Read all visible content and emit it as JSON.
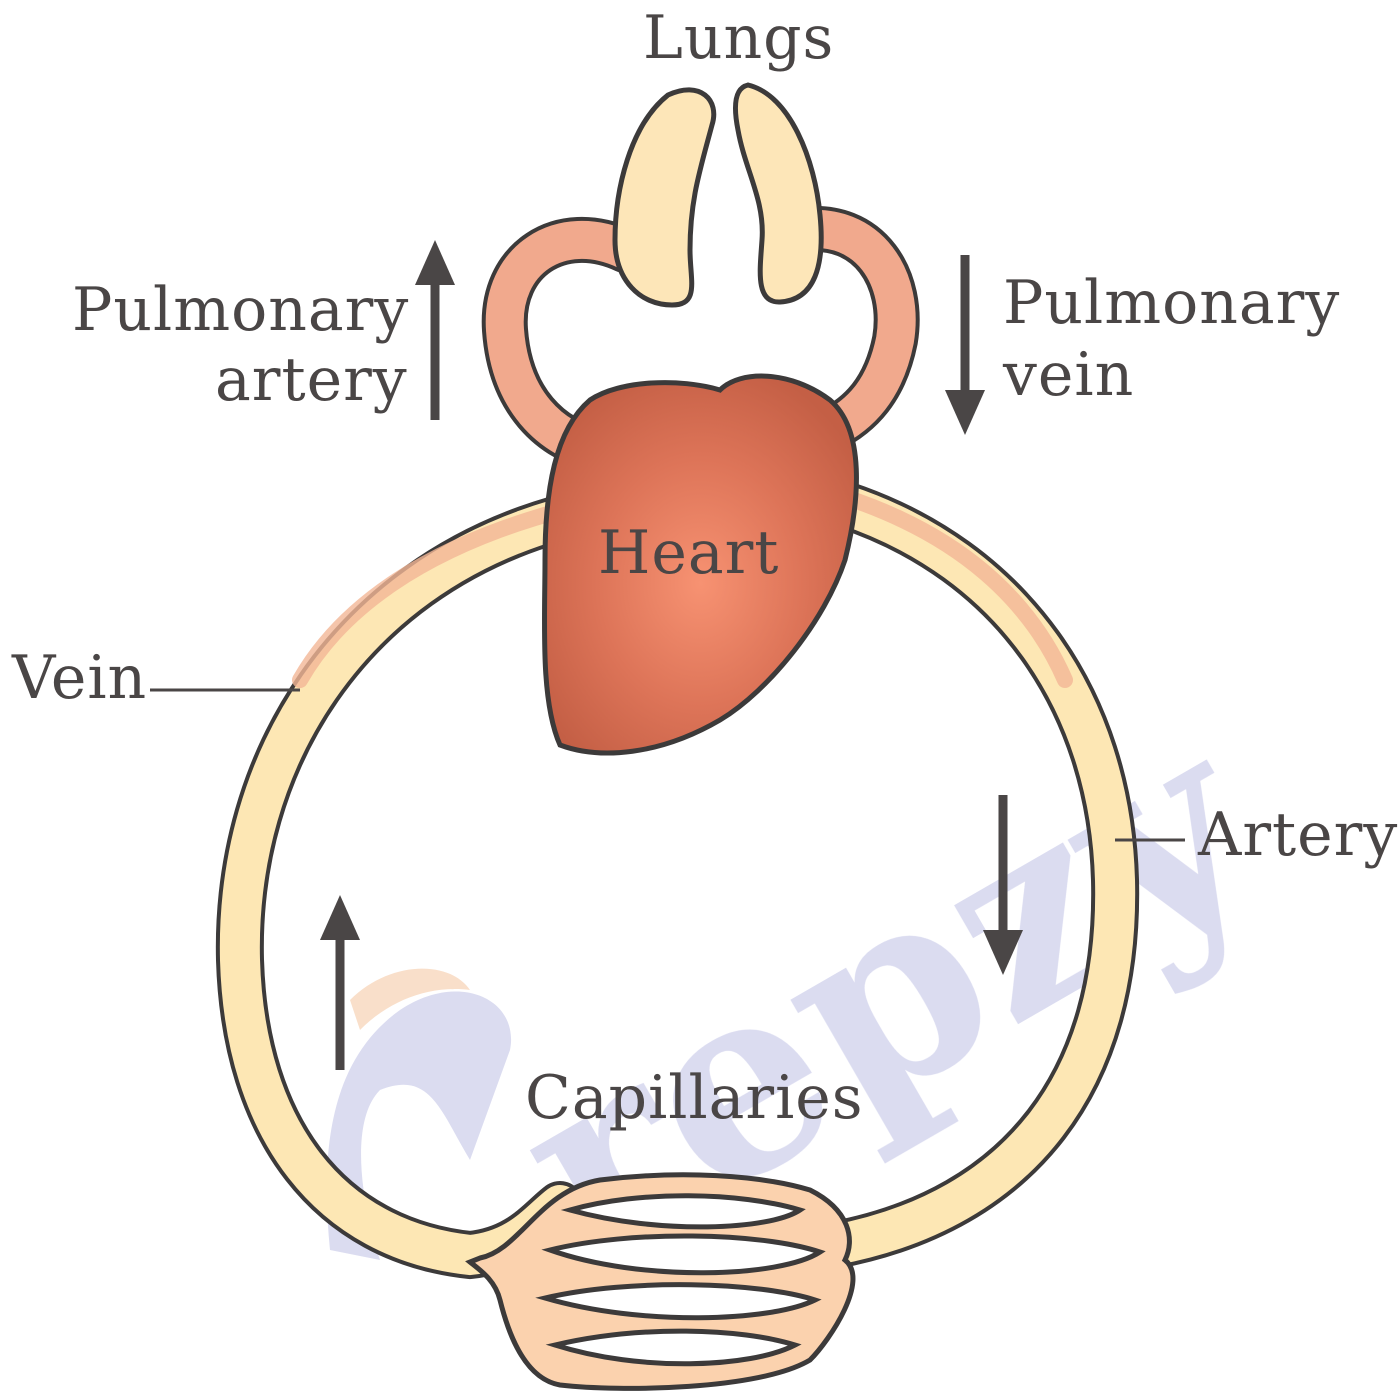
{
  "labels": {
    "lungs": "Lungs",
    "pulmonary_artery_line1": "Pulmonary",
    "pulmonary_artery_line2": "artery",
    "pulmonary_vein_line1": "Pulmonary",
    "pulmonary_vein_line2": "vein",
    "heart": "Heart",
    "vein": "Vein",
    "artery": "Artery",
    "capillaries": "Capillaries"
  },
  "watermark": {
    "text": "repzy",
    "color_main": "#d7d8ef",
    "color_accent": "#f9dcc4"
  },
  "colors": {
    "outline": "#3c3a3a",
    "vessel_fill": "#fde7b4",
    "pulmonary_fill": "#f1a98d",
    "lung_fill": "#fde6b8",
    "heart_fill": "#d2694d",
    "heart_highlight": "#f79272",
    "arrow": "#4a4646"
  }
}
